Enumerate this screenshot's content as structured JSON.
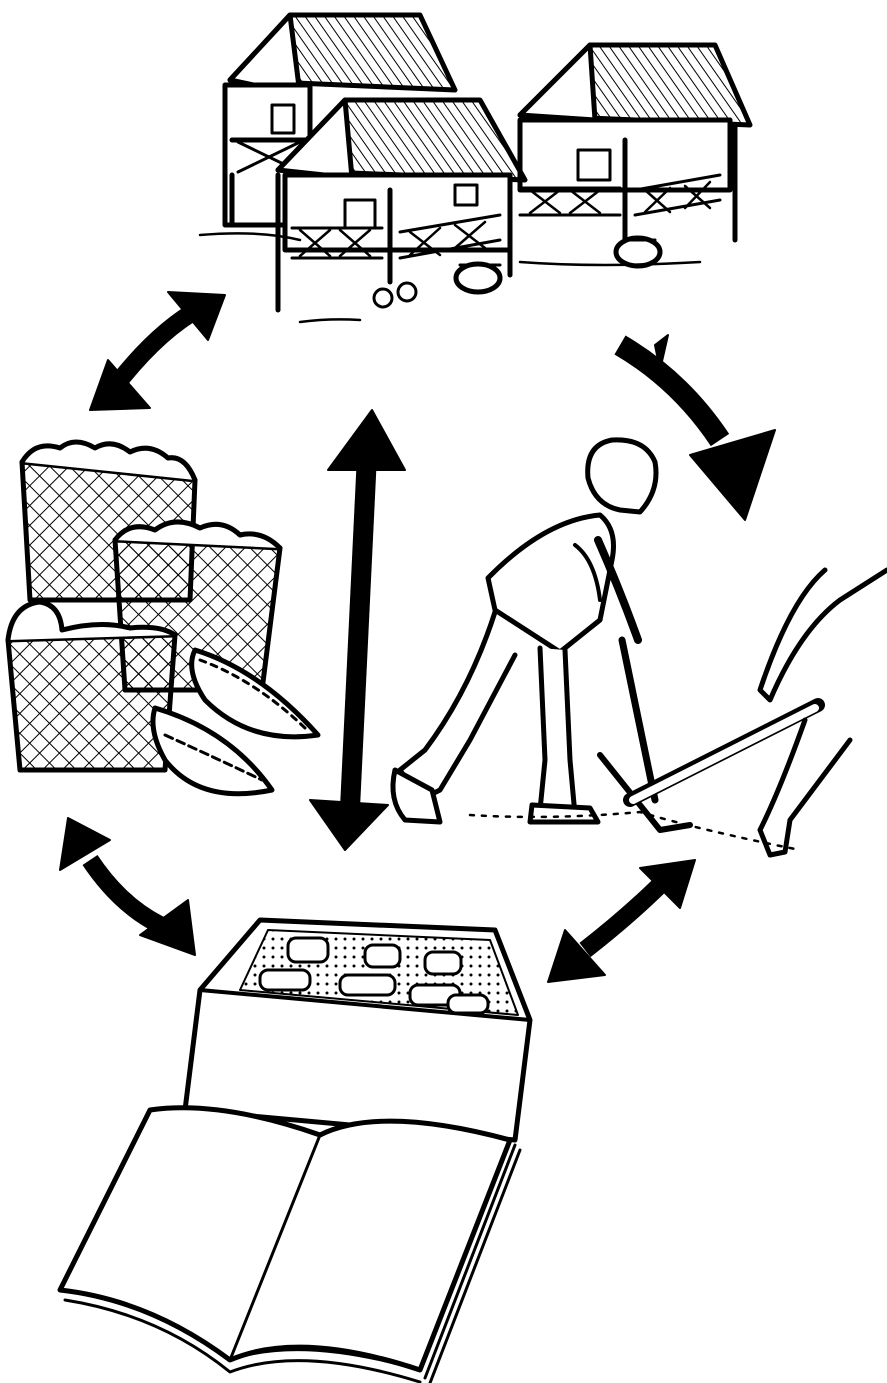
{
  "diagram": {
    "type": "cycle",
    "nodes": [
      {
        "id": "village",
        "icon": "stilt-houses-icon"
      },
      {
        "id": "harvest",
        "icon": "produce-baskets-icon"
      },
      {
        "id": "farming",
        "icon": "farmer-plowing-icon"
      },
      {
        "id": "records",
        "icon": "open-book-with-cakes-icon"
      }
    ],
    "edges": [
      {
        "from": "village",
        "to": "harvest",
        "direction": "both"
      },
      {
        "from": "village",
        "to": "farming",
        "direction": "forward"
      },
      {
        "from": "village",
        "to": "records",
        "direction": "both"
      },
      {
        "from": "harvest",
        "to": "records",
        "direction": "both"
      },
      {
        "from": "farming",
        "to": "records",
        "direction": "both"
      }
    ],
    "colors": {
      "ink": "#000000",
      "paper": "#ffffff"
    }
  }
}
